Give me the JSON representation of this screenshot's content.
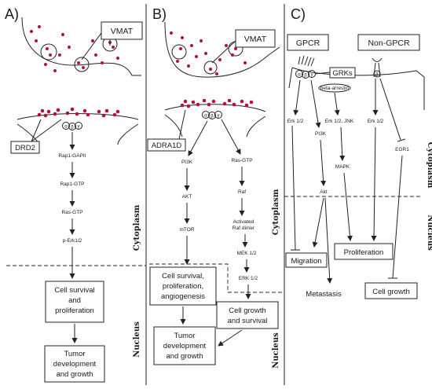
{
  "panels": {
    "a": {
      "label": "A)",
      "vmat": "VMAT",
      "receptor": "DRD2",
      "chain": [
        "Rap1-GAPII",
        "Rap1-GTP",
        "Ras-GTP",
        "p-Erk1/2"
      ],
      "outcome_1": [
        "Cell survival",
        "and",
        "proliferation"
      ],
      "outcome_2": [
        "Tumor",
        "development",
        "and growth"
      ],
      "cytoplasm": "Cytoplasm",
      "nucleus": "Nucleus"
    },
    "b": {
      "label": "B)",
      "vmat": "VMAT",
      "receptor": "ADRA1D",
      "left_chain": [
        "PI3K",
        "AKT",
        "mTOR"
      ],
      "right_chain": [
        "Ras-GTP",
        "Raf",
        "Activated",
        "Raf dimer",
        "MEK 1/2",
        "ERK 1/2"
      ],
      "outcome_left": [
        "Cell survival,",
        "proliferation,",
        "angiogenesis"
      ],
      "outcome_right": [
        "Cell growth",
        "and survival"
      ],
      "outcome_final": [
        "Tumor",
        "development",
        "and growth"
      ],
      "cytoplasm": "Cytoplasm",
      "nucleus": "Nucleus"
    },
    "c": {
      "label": "C)",
      "gpcr": "GPCR",
      "non_gpcr": "Non-GPCR",
      "grks": "GRKs",
      "beta_arrestin": "beta-arrestin",
      "nodes": {
        "erk_left": "Erk 1/2",
        "pi3k": "PI3K",
        "erk_jnk": "Erk 1/2, JNK",
        "erk_right": "Erk 1/2",
        "akt": "Akt",
        "mapk": "MAPK",
        "egr1": "EGR1"
      },
      "outcomes": {
        "migration": "Migration",
        "proliferation": "Proliferation",
        "metastasis": "Metastasis",
        "cell_growth": "Cell growth"
      },
      "cytoplasm": "Cytoplasm",
      "nucleus": "Nucleus"
    },
    "subunits": {
      "alpha": "α",
      "beta": "β",
      "gamma": "γ"
    }
  },
  "colors": {
    "vesicle_dot": "#b5123a",
    "line": "#222222"
  }
}
